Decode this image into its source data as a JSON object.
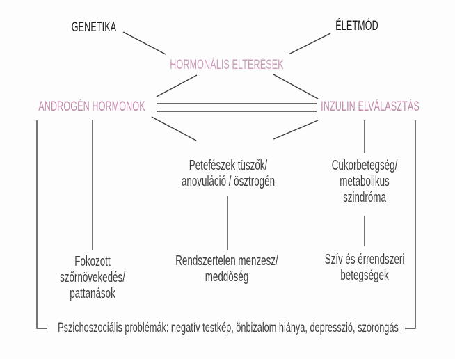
{
  "title": "PCOS okok és következmények diagram",
  "theme": {
    "pink": "#c389ab",
    "pink_light": "#cb9bb7",
    "black": "#1d1d1d",
    "gray": "#3f3f3f",
    "line": "#3b3b3b",
    "bg": "#fdfdfd"
  },
  "nodes": {
    "genetika": {
      "label": "GENETIKA"
    },
    "eletmod": {
      "label": "ÉLETMÓD"
    },
    "hormonalis": {
      "label": "HORMONÁLIS ELTÉRÉSEK"
    },
    "androgen": {
      "label": "ANDROGÉN HORMONOK"
    },
    "inzulin": {
      "label": "INZULIN ELVÁLASZTÁS"
    },
    "petefeszek": {
      "label": "Petefészek tüszők/\nanovuláció / ösztrogén"
    },
    "cukorbetegseg": {
      "label": "Cukorbetegség/\nmetabolikus\nszindróma"
    },
    "fokozott": {
      "label": "Fokozott\nszőrnövekedés/\npattanások"
    },
    "rendszertelen": {
      "label": "Rendszertelen menzesz/\nmeddőség"
    },
    "sziv": {
      "label": "Szív és érrendszeri\nbetegségek"
    },
    "pszichoszocialis": {
      "label": "Pszichoszociális problémák: negatív testkép, önbizalom hiánya, depresszió, szorongás"
    }
  }
}
